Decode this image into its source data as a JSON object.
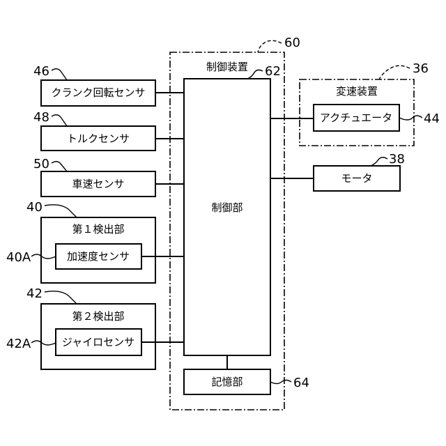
{
  "blocks": {
    "crank_sensor": {
      "label": "クランク回転センサ",
      "ref": "46"
    },
    "torque_sensor": {
      "label": "トルクセンサ",
      "ref": "48"
    },
    "speed_sensor": {
      "label": "車速センサ",
      "ref": "50"
    },
    "detector1": {
      "label": "第１検出部",
      "ref": "40",
      "inner": {
        "label": "加速度センサ",
        "ref": "40A"
      }
    },
    "detector2": {
      "label": "第２検出部",
      "ref": "42",
      "inner": {
        "label": "ジャイロセンサ",
        "ref": "42A"
      }
    },
    "control_device": {
      "label": "制御装置",
      "ref": "60"
    },
    "control_unit": {
      "label": "制御部",
      "ref": "62"
    },
    "memory": {
      "label": "記憶部",
      "ref": "64"
    },
    "transmission": {
      "label": "変速装置",
      "ref": "36",
      "inner": {
        "label": "アクチュエータ",
        "ref": "44"
      }
    },
    "motor": {
      "label": "モータ",
      "ref": "38"
    }
  }
}
